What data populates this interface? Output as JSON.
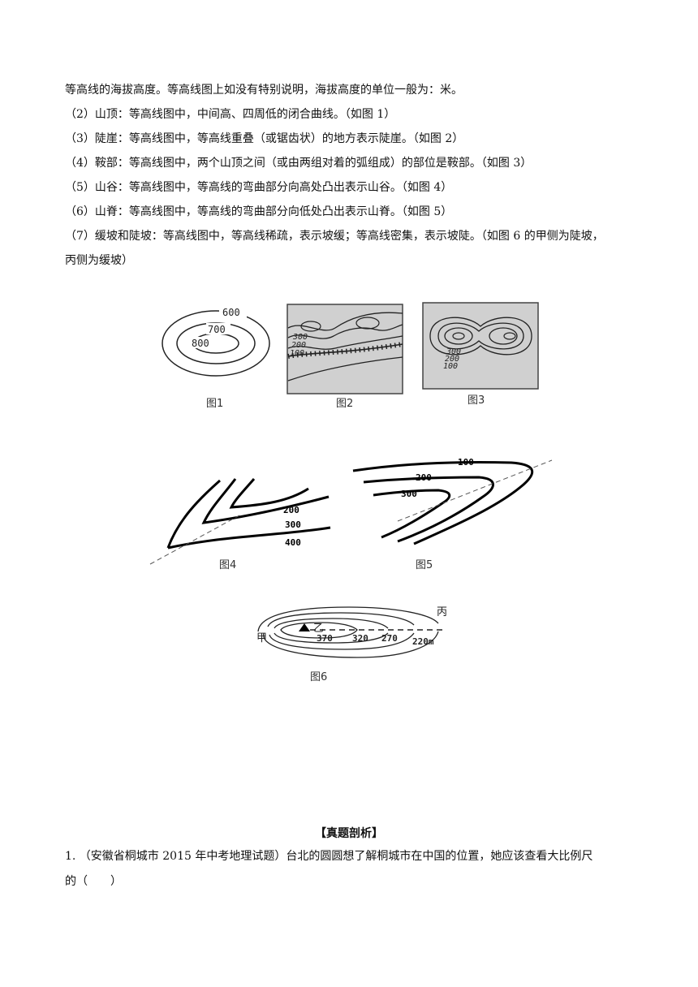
{
  "text_lines": [
    "等高线的海拔高度。等高线图上如没有特别说明，海拔高度的单位一般为：米。",
    "（2）山顶：等高线图中，中间高、四周低的闭合曲线。（如图 1）",
    "（3）陡崖：等高线图中，等高线重叠（或锯齿状）的地方表示陡崖。（如图 2）",
    "（4）鞍部：等高线图中，两个山顶之间（或由两组对着的弧组成）的部位是鞍部。（如图 3）",
    "（5）山谷：等高线图中，等高线的弯曲部分向高处凸出表示山谷。（如图 4）",
    "（6）山脊：等高线图中，等高线的弯曲部分向低处凸出表示山脊。（如图 5）",
    "（7）缓坡和陡坡：等高线图中，等高线稀疏，表示坡缓；等高线密集，表示坡陡。（如图 6 的甲侧为陡坡，",
    "丙侧为缓坡）"
  ],
  "figures": {
    "fig1": {
      "label": "图1",
      "contours": [
        "600",
        "700",
        "800"
      ]
    },
    "fig2": {
      "label": "图2",
      "contours": [
        "300",
        "200",
        "100"
      ]
    },
    "fig3": {
      "label": "图3",
      "contours": [
        "300",
        "200",
        "100"
      ]
    },
    "fig4": {
      "label": "图4",
      "contours": [
        "200",
        "300",
        "400"
      ]
    },
    "fig5": {
      "label": "图5",
      "contours": [
        "100",
        "200",
        "300"
      ]
    },
    "fig6": {
      "label": "图6",
      "contours": [
        "370",
        "320",
        "270",
        "220m"
      ],
      "peak": "乙",
      "west": "甲",
      "east": "丙"
    }
  },
  "section_title": "【真题剖析】",
  "question": {
    "line1": "1. （安徽省桐城市 2015 年中考地理试题）台北的圆圆想了解桐城市在中国的位置，她应该查看大比例尺",
    "line2": "的（　　）"
  }
}
